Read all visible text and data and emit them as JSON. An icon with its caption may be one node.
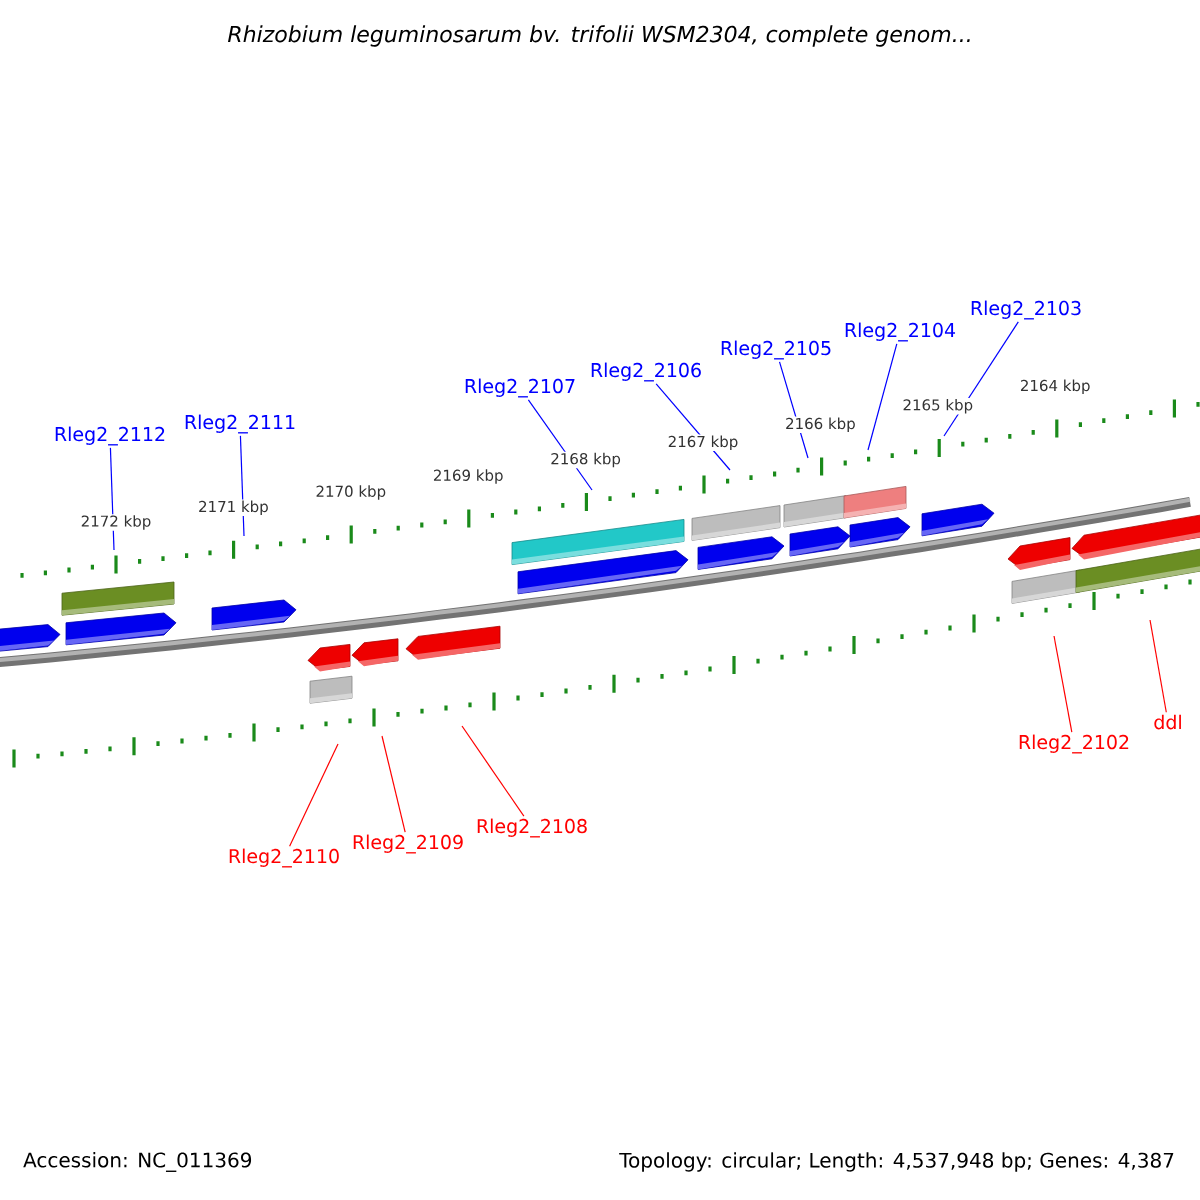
{
  "diagram": {
    "title": "Rhizobium leguminosarum bv. trifolii WSM2304, complete genom...",
    "nodes": [
      {
        "text": [
          "Rleg2_2112"
        ]
      },
      {
        "text": [
          "Rleg2_2111"
        ]
      },
      {
        "text": [
          "Rleg2_2107"
        ]
      },
      {
        "text": [
          "Rleg2_2106"
        ]
      },
      {
        "text": [
          "Rleg2_2105"
        ]
      },
      {
        "text": [
          "Rleg2_2104"
        ]
      },
      {
        "text": [
          "Rleg2_2103"
        ]
      },
      {
        "text": [
          "Rleg2_2110"
        ]
      },
      {
        "text": [
          "Rleg2_2109"
        ]
      },
      {
        "text": [
          "Rleg2_2108"
        ]
      },
      {
        "text": [
          "Rleg2_2102"
        ]
      },
      {
        "text": [
          "ddl"
        ]
      }
    ],
    "edges": [
      {
        "from": 0,
        "to": null,
        "arrow": "none"
      },
      {
        "from": 1,
        "to": null,
        "arrow": "none"
      },
      {
        "from": 2,
        "to": null,
        "arrow": "none"
      },
      {
        "from": 3,
        "to": null,
        "arrow": "none"
      },
      {
        "from": 4,
        "to": null,
        "arrow": "none"
      },
      {
        "from": 5,
        "to": null,
        "arrow": "none"
      },
      {
        "from": 6,
        "to": null,
        "arrow": "none"
      },
      {
        "from": 7,
        "to": null,
        "arrow": "none",
        "color": "#ff0000"
      },
      {
        "from": 8,
        "to": null,
        "arrow": "none",
        "color": "#ff0000"
      },
      {
        "from": 9,
        "to": null,
        "arrow": "none",
        "color": "#ff0000"
      },
      {
        "from": 10,
        "to": null,
        "arrow": "none",
        "color": "#ff0000"
      },
      {
        "from": 11,
        "to": null,
        "arrow": "none",
        "color": "#ff0000"
      }
    ],
    "labels": [
      "2172 kbp",
      "2171 kbp",
      "2170 kbp",
      "2169 kbp",
      "2168 kbp",
      "2167 kbp",
      "2166 kbp",
      "2165 kbp",
      "2164 kbp",
      "Accession: NC_011369",
      "Topology: circular; Length: 4,537,948 bp; Genes: 4,387"
    ]
  }
}
